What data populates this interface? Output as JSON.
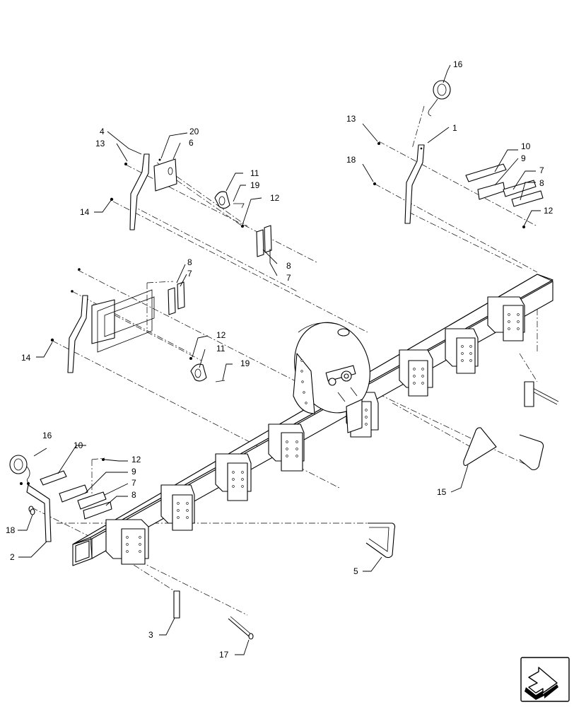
{
  "callouts": {
    "c1": "1",
    "c2": "2",
    "c3": "3",
    "c4": "4",
    "c5": "5",
    "c6": "6",
    "c7a": "7",
    "c7b": "7",
    "c7c": "7",
    "c7d": "7",
    "c8a": "8",
    "c8b": "8",
    "c8c": "8",
    "c8d": "8",
    "c9a": "9",
    "c9b": "9",
    "c10a": "10",
    "c10b": "10",
    "c11a": "11",
    "c11b": "11",
    "c12a": "12",
    "c12b": "12",
    "c12c": "12",
    "c12d": "12",
    "c13a": "13",
    "c13b": "13",
    "c14a": "14",
    "c14b": "14",
    "c15": "15",
    "c16a": "16",
    "c16b": "16",
    "c17": "17",
    "c18a": "18",
    "c18b": "18",
    "c19a": "19",
    "c19b": "19",
    "c20": "20"
  },
  "icons": {
    "navigation": "next-page-arrow-icon"
  }
}
